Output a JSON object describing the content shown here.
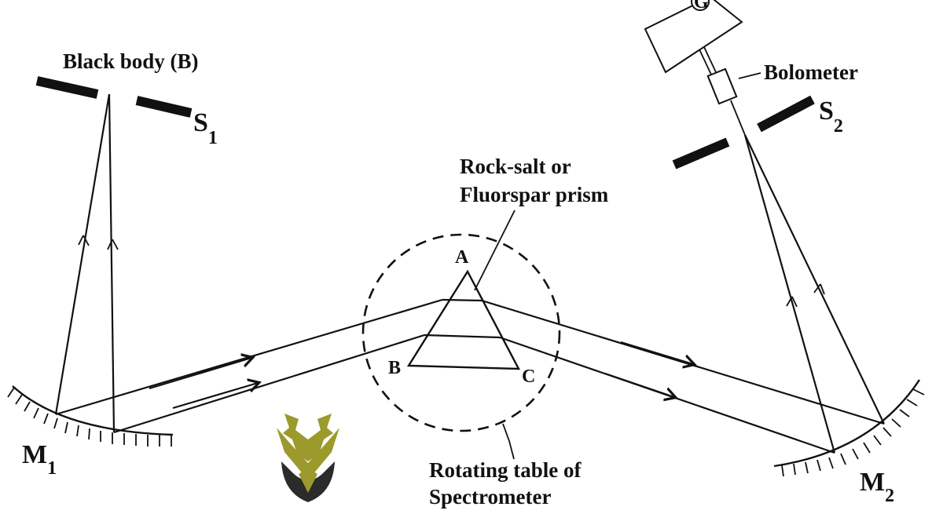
{
  "labels": {
    "black_body": "Black body (B)",
    "slit1_main": "S",
    "slit1_sub": "1",
    "slit2_main": "S",
    "slit2_sub": "2",
    "bolometer": "Bolometer",
    "galvanometer": "G",
    "prism_line1": "Rock-salt or",
    "prism_line2": "Fluorspar prism",
    "vertex_a": "A",
    "vertex_b": "B",
    "vertex_c": "C",
    "mirror1_main": "M",
    "mirror1_sub": "1",
    "mirror2_main": "M",
    "mirror2_sub": "2",
    "table_line1": "Rotating table of",
    "table_line2": "Spectrometer"
  },
  "colors": {
    "ink": "#111111",
    "logo_gold": "#9c9a2c",
    "logo_dark": "#2b2b2b",
    "background": "#ffffff"
  },
  "icons": {
    "logo": "deer-head-logo"
  }
}
